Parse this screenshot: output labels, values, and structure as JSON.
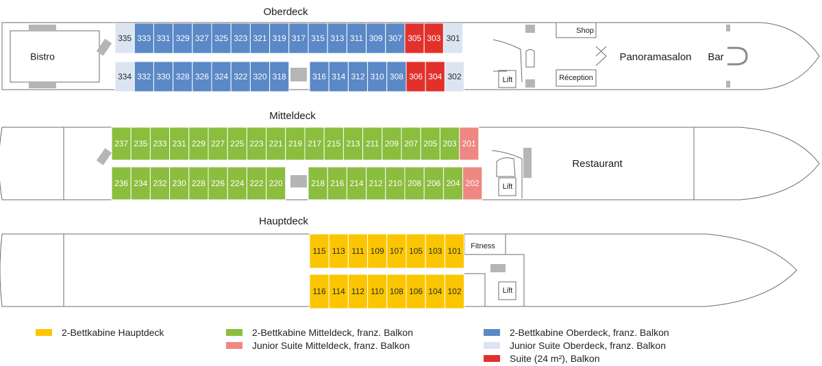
{
  "colors": {
    "haupt": "#fbc601",
    "mittel": "#8bbd3e",
    "mittel_junior": "#ef8782",
    "ober": "#5b88c6",
    "ober_junior": "#dbe5f2",
    "suite": "#e2312b",
    "stairs": "#b5b5b5"
  },
  "decks": {
    "ober": {
      "title": "Oberdeck",
      "rooms": {
        "bistro": "Bistro",
        "panorama": "Panoramasalon",
        "bar": "Bar",
        "shop": "Shop",
        "reception": "Réception",
        "lift": "Lift"
      },
      "top_cabins": [
        {
          "no": "335",
          "cat": "ober_junior"
        },
        {
          "no": "333",
          "cat": "ober"
        },
        {
          "no": "331",
          "cat": "ober"
        },
        {
          "no": "329",
          "cat": "ober"
        },
        {
          "no": "327",
          "cat": "ober"
        },
        {
          "no": "325",
          "cat": "ober"
        },
        {
          "no": "323",
          "cat": "ober"
        },
        {
          "no": "321",
          "cat": "ober"
        },
        {
          "no": "319",
          "cat": "ober"
        },
        {
          "no": "317",
          "cat": "ober"
        },
        {
          "no": "315",
          "cat": "ober"
        },
        {
          "no": "313",
          "cat": "ober"
        },
        {
          "no": "311",
          "cat": "ober"
        },
        {
          "no": "309",
          "cat": "ober"
        },
        {
          "no": "307",
          "cat": "ober"
        },
        {
          "no": "305",
          "cat": "suite"
        },
        {
          "no": "303",
          "cat": "suite"
        },
        {
          "no": "301",
          "cat": "ober_junior"
        }
      ],
      "bottom_cabins": [
        {
          "no": "334",
          "cat": "ober_junior"
        },
        {
          "no": "332",
          "cat": "ober"
        },
        {
          "no": "330",
          "cat": "ober"
        },
        {
          "no": "328",
          "cat": "ober"
        },
        {
          "no": "326",
          "cat": "ober"
        },
        {
          "no": "324",
          "cat": "ober"
        },
        {
          "no": "322",
          "cat": "ober"
        },
        {
          "no": "320",
          "cat": "ober"
        },
        {
          "no": "318",
          "cat": "ober"
        },
        {
          "no": "316",
          "cat": "ober"
        },
        {
          "no": "314",
          "cat": "ober"
        },
        {
          "no": "312",
          "cat": "ober"
        },
        {
          "no": "310",
          "cat": "ober"
        },
        {
          "no": "308",
          "cat": "ober"
        },
        {
          "no": "306",
          "cat": "suite"
        },
        {
          "no": "304",
          "cat": "suite"
        },
        {
          "no": "302",
          "cat": "ober_junior"
        }
      ]
    },
    "mittel": {
      "title": "Mitteldeck",
      "rooms": {
        "restaurant": "Restaurant",
        "lift": "Lift"
      },
      "top_cabins": [
        {
          "no": "237",
          "cat": "mittel"
        },
        {
          "no": "235",
          "cat": "mittel"
        },
        {
          "no": "233",
          "cat": "mittel"
        },
        {
          "no": "231",
          "cat": "mittel"
        },
        {
          "no": "229",
          "cat": "mittel"
        },
        {
          "no": "227",
          "cat": "mittel"
        },
        {
          "no": "225",
          "cat": "mittel"
        },
        {
          "no": "223",
          "cat": "mittel"
        },
        {
          "no": "221",
          "cat": "mittel"
        },
        {
          "no": "219",
          "cat": "mittel"
        },
        {
          "no": "217",
          "cat": "mittel"
        },
        {
          "no": "215",
          "cat": "mittel"
        },
        {
          "no": "213",
          "cat": "mittel"
        },
        {
          "no": "211",
          "cat": "mittel"
        },
        {
          "no": "209",
          "cat": "mittel"
        },
        {
          "no": "207",
          "cat": "mittel"
        },
        {
          "no": "205",
          "cat": "mittel"
        },
        {
          "no": "203",
          "cat": "mittel"
        },
        {
          "no": "201",
          "cat": "mittel_junior"
        }
      ],
      "bottom_cabins": [
        {
          "no": "236",
          "cat": "mittel"
        },
        {
          "no": "234",
          "cat": "mittel"
        },
        {
          "no": "232",
          "cat": "mittel"
        },
        {
          "no": "230",
          "cat": "mittel"
        },
        {
          "no": "228",
          "cat": "mittel"
        },
        {
          "no": "226",
          "cat": "mittel"
        },
        {
          "no": "224",
          "cat": "mittel"
        },
        {
          "no": "222",
          "cat": "mittel"
        },
        {
          "no": "220",
          "cat": "mittel"
        },
        {
          "no": "218",
          "cat": "mittel"
        },
        {
          "no": "216",
          "cat": "mittel"
        },
        {
          "no": "214",
          "cat": "mittel"
        },
        {
          "no": "212",
          "cat": "mittel"
        },
        {
          "no": "210",
          "cat": "mittel"
        },
        {
          "no": "208",
          "cat": "mittel"
        },
        {
          "no": "206",
          "cat": "mittel"
        },
        {
          "no": "204",
          "cat": "mittel"
        },
        {
          "no": "202",
          "cat": "mittel_junior"
        }
      ]
    },
    "haupt": {
      "title": "Hauptdeck",
      "rooms": {
        "fitness": "Fitness",
        "lift": "Lift"
      },
      "top_cabins": [
        {
          "no": "115",
          "cat": "haupt"
        },
        {
          "no": "113",
          "cat": "haupt"
        },
        {
          "no": "111",
          "cat": "haupt"
        },
        {
          "no": "109",
          "cat": "haupt"
        },
        {
          "no": "107",
          "cat": "haupt"
        },
        {
          "no": "105",
          "cat": "haupt"
        },
        {
          "no": "103",
          "cat": "haupt"
        },
        {
          "no": "101",
          "cat": "haupt"
        }
      ],
      "bottom_cabins": [
        {
          "no": "116",
          "cat": "haupt"
        },
        {
          "no": "114",
          "cat": "haupt"
        },
        {
          "no": "112",
          "cat": "haupt"
        },
        {
          "no": "110",
          "cat": "haupt"
        },
        {
          "no": "108",
          "cat": "haupt"
        },
        {
          "no": "106",
          "cat": "haupt"
        },
        {
          "no": "104",
          "cat": "haupt"
        },
        {
          "no": "102",
          "cat": "haupt"
        }
      ]
    }
  },
  "legend": [
    {
      "cat": "haupt",
      "label": "2-Bettkabine Hauptdeck"
    },
    {
      "cat": "mittel",
      "label": "2-Bettkabine Mitteldeck, franz. Balkon"
    },
    {
      "cat": "mittel_junior",
      "label": "Junior Suite Mitteldeck, franz. Balkon"
    },
    {
      "cat": "ober",
      "label": "2-Bettkabine Oberdeck, franz. Balkon"
    },
    {
      "cat": "ober_junior",
      "label": "Junior Suite Oberdeck, franz. Balkon"
    },
    {
      "cat": "suite",
      "label": "Suite (24 m²), Balkon"
    }
  ]
}
